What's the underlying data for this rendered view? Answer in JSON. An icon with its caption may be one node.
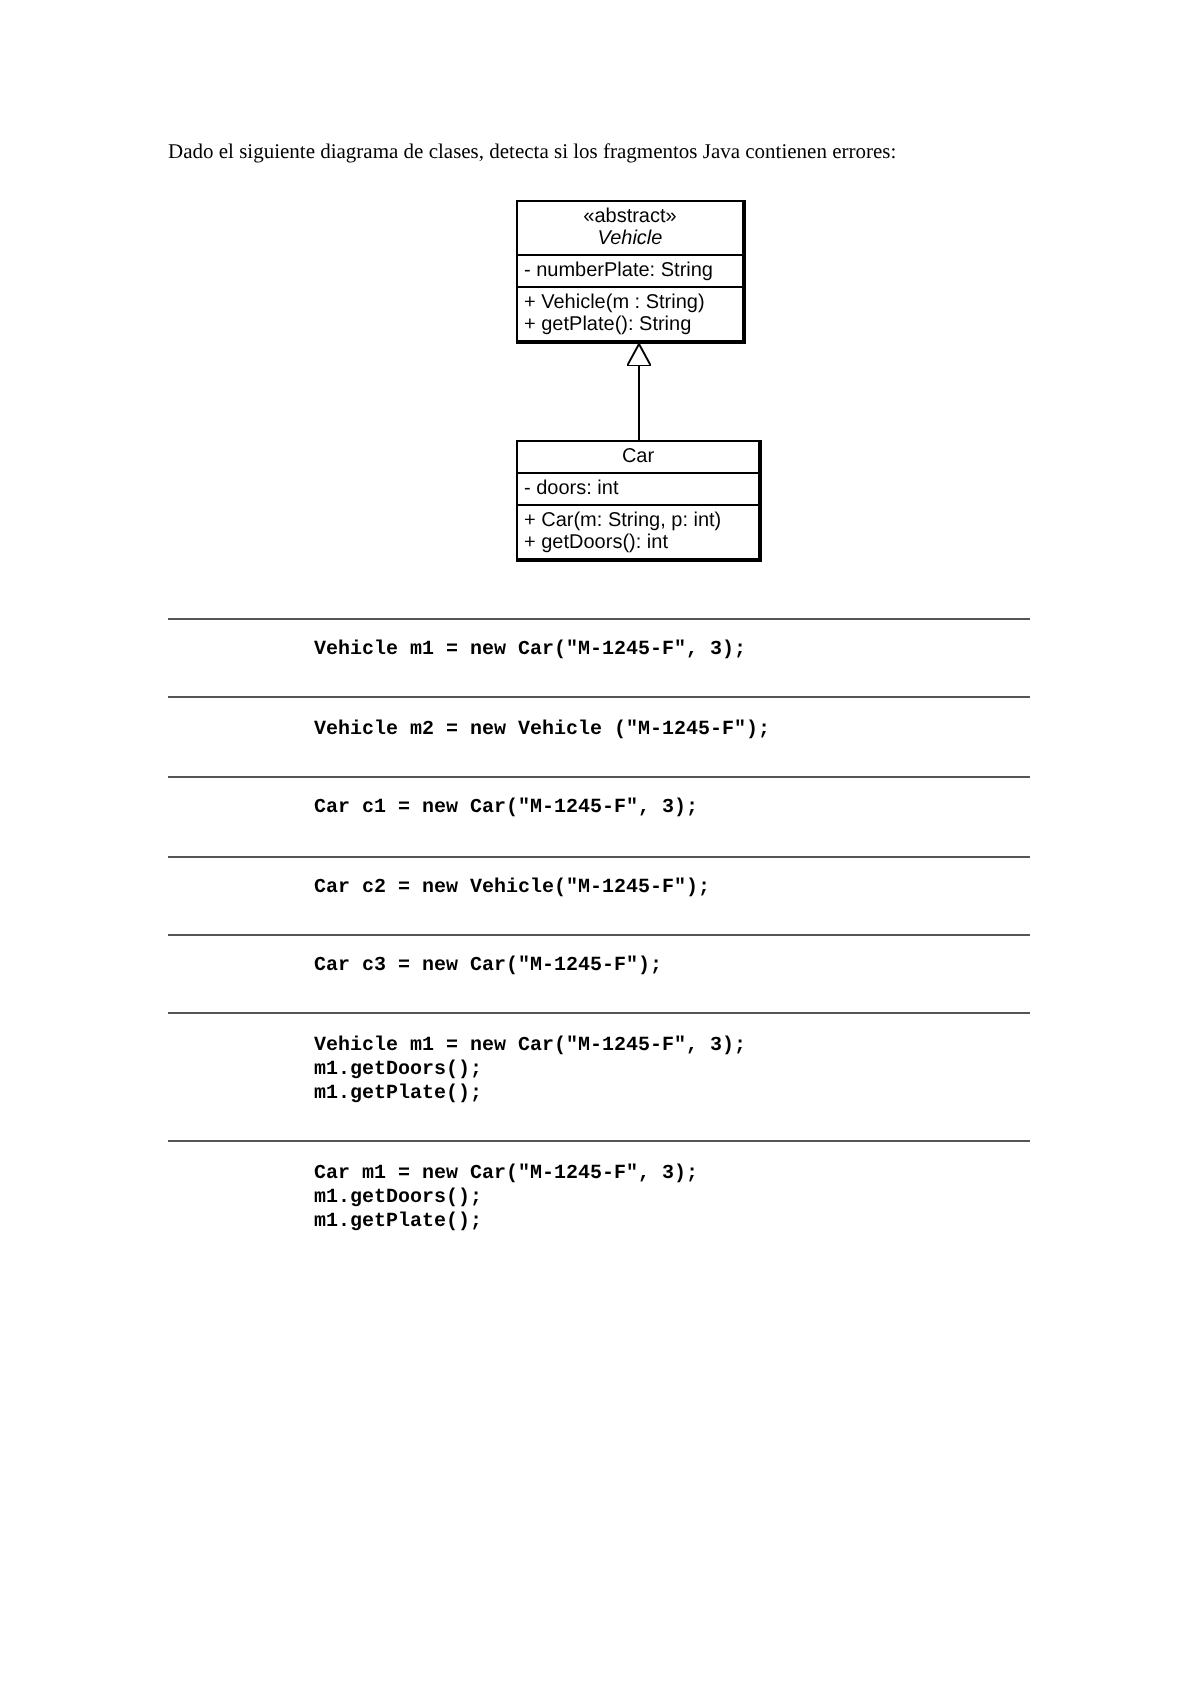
{
  "diagram": {
    "title": "Dado el siguiente diagrama de clases, detecta si los fragmentos Java contienen errores:",
    "nodes": [
      {
        "text": [
          "«abstract»",
          "Vehicle",
          "- numberPlate: String",
          "+ Vehicle(m : String)",
          "+ getPlate(): String"
        ]
      },
      {
        "text": [
          "Car",
          "- doors: int",
          "+ Car(m: String, p: int)",
          "+ getDoors(): int"
        ]
      }
    ],
    "edges": [
      {
        "from": 1,
        "to": 0,
        "arrow": "to"
      }
    ],
    "labels": [
      "Vehicle m1 = new Car(\"M-1245-F\", 3);",
      "Vehicle m2 = new Vehicle (\"M-1245-F\");",
      "Car c1 = new Car(\"M-1245-F\", 3);",
      "Car c2 = new Vehicle(\"M-1245-F\");",
      "Car c3 = new Car(\"M-1245-F\");",
      "Vehicle m1 = new Car(\"M-1245-F\", 3);",
      "m1.getDoors();",
      "m1.getPlate();",
      "Car m1 = new Car(\"M-1245-F\", 3);",
      "m1.getDoors();",
      "m1.getPlate();"
    ]
  }
}
